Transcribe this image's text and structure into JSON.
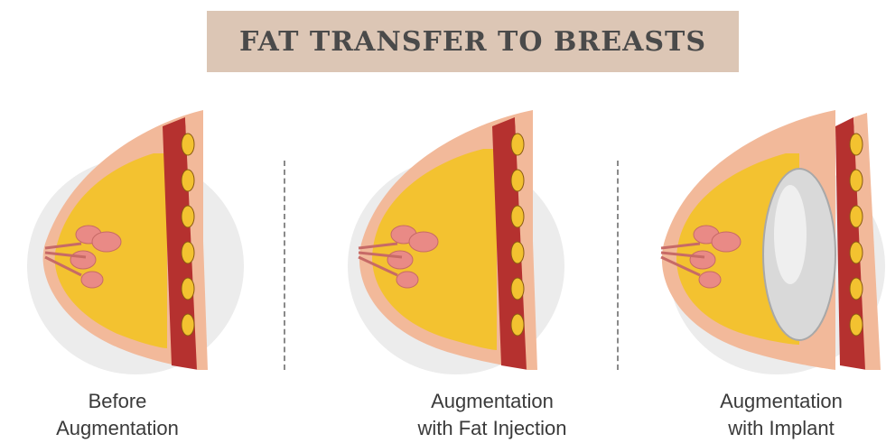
{
  "title": "FAT TRANSFER TO BREASTS",
  "panels": [
    {
      "line1": "Before",
      "line2": "Augmentation"
    },
    {
      "line1": "Augmentation",
      "line2": "with Fat Injection"
    },
    {
      "line1": "Augmentation",
      "line2": "with Implant"
    }
  ],
  "colors": {
    "banner": "#dcc6b5",
    "skin": "#f2b99a",
    "fat": "#f3c230",
    "muscle": "#b5312f",
    "gland": "#e98a86",
    "implant": "#d9d9d9",
    "background_circle": "#ececec"
  }
}
